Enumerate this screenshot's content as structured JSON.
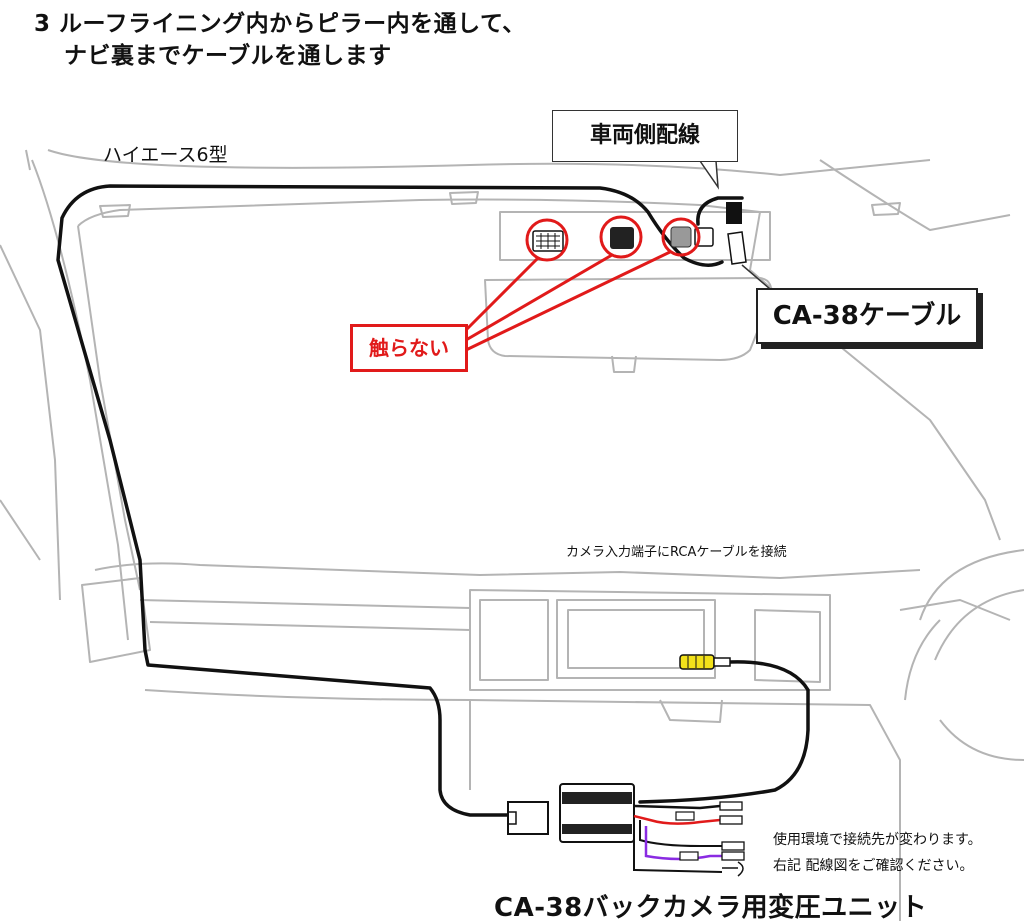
{
  "step": {
    "title_line1": "3 ルーフライニング内からピラー内を通して、",
    "title_line2": "ナビ裏までケーブルを通します"
  },
  "vehicle_model": "ハイエース6型",
  "callouts": {
    "vehicle_wiring": "車両側配線",
    "cable": "CA-38ケーブル",
    "do_not_touch": "触らない"
  },
  "camera_note": "カメラ入力端子にRCAケーブルを接続",
  "wiring_note": {
    "line1": "使用環境で接続先が変わります。",
    "line2": "右記 配線図をご確認ください。"
  },
  "unit_title": "CA-38バックカメラ用変圧ユニット",
  "colors": {
    "warning": "#e11a1a",
    "cable": "#111111",
    "outline": "#b4b4b4",
    "rca": "#f2e11a",
    "wire_red": "#e11a1a",
    "wire_purple": "#8a2be2"
  }
}
